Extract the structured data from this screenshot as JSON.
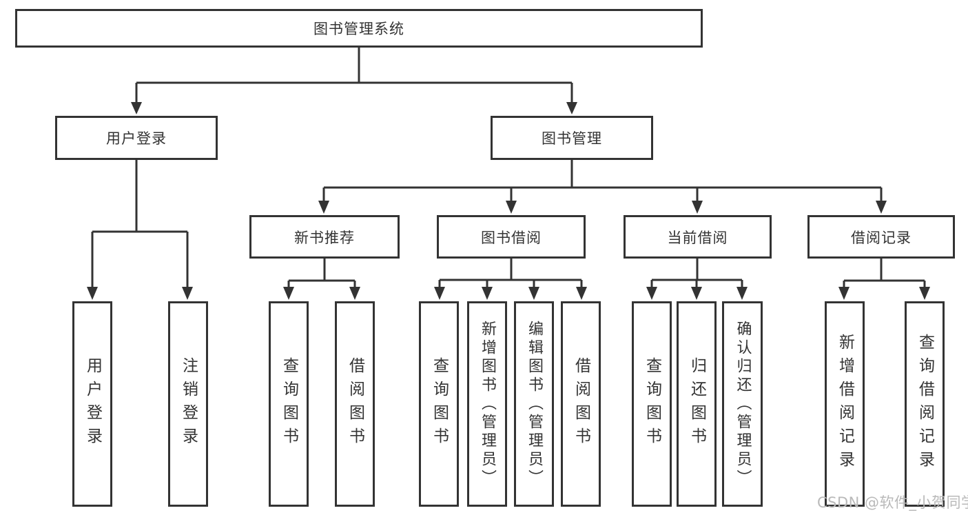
{
  "diagram": {
    "root": {
      "label": "图书管理系统"
    },
    "user_login": {
      "label": "用户登录",
      "children": [
        {
          "label": "用户登录"
        },
        {
          "label": "注销登录"
        }
      ]
    },
    "book_management": {
      "label": "图书管理",
      "sections": [
        {
          "label": "新书推荐",
          "children": [
            {
              "label": "查询图书"
            },
            {
              "label": "借阅图书"
            }
          ]
        },
        {
          "label": "图书借阅",
          "children": [
            {
              "label": "查询图书"
            },
            {
              "label": "新增图书（管理员）"
            },
            {
              "label": "编辑图书（管理员）"
            },
            {
              "label": "借阅图书"
            }
          ]
        },
        {
          "label": "当前借阅",
          "children": [
            {
              "label": "查询图书"
            },
            {
              "label": "归还图书"
            },
            {
              "label": "确认归还（管理员）"
            }
          ]
        },
        {
          "label": "借阅记录",
          "children": [
            {
              "label": "新增借阅记录"
            },
            {
              "label": "查询借阅记录"
            }
          ]
        }
      ]
    }
  },
  "watermark": {
    "text": "CSDN @软件_小贺同学"
  },
  "colors": {
    "line": "#333333",
    "box_border": "#333333",
    "text": "#333333",
    "background": "#ffffff",
    "watermark": "#b9b9b9"
  }
}
